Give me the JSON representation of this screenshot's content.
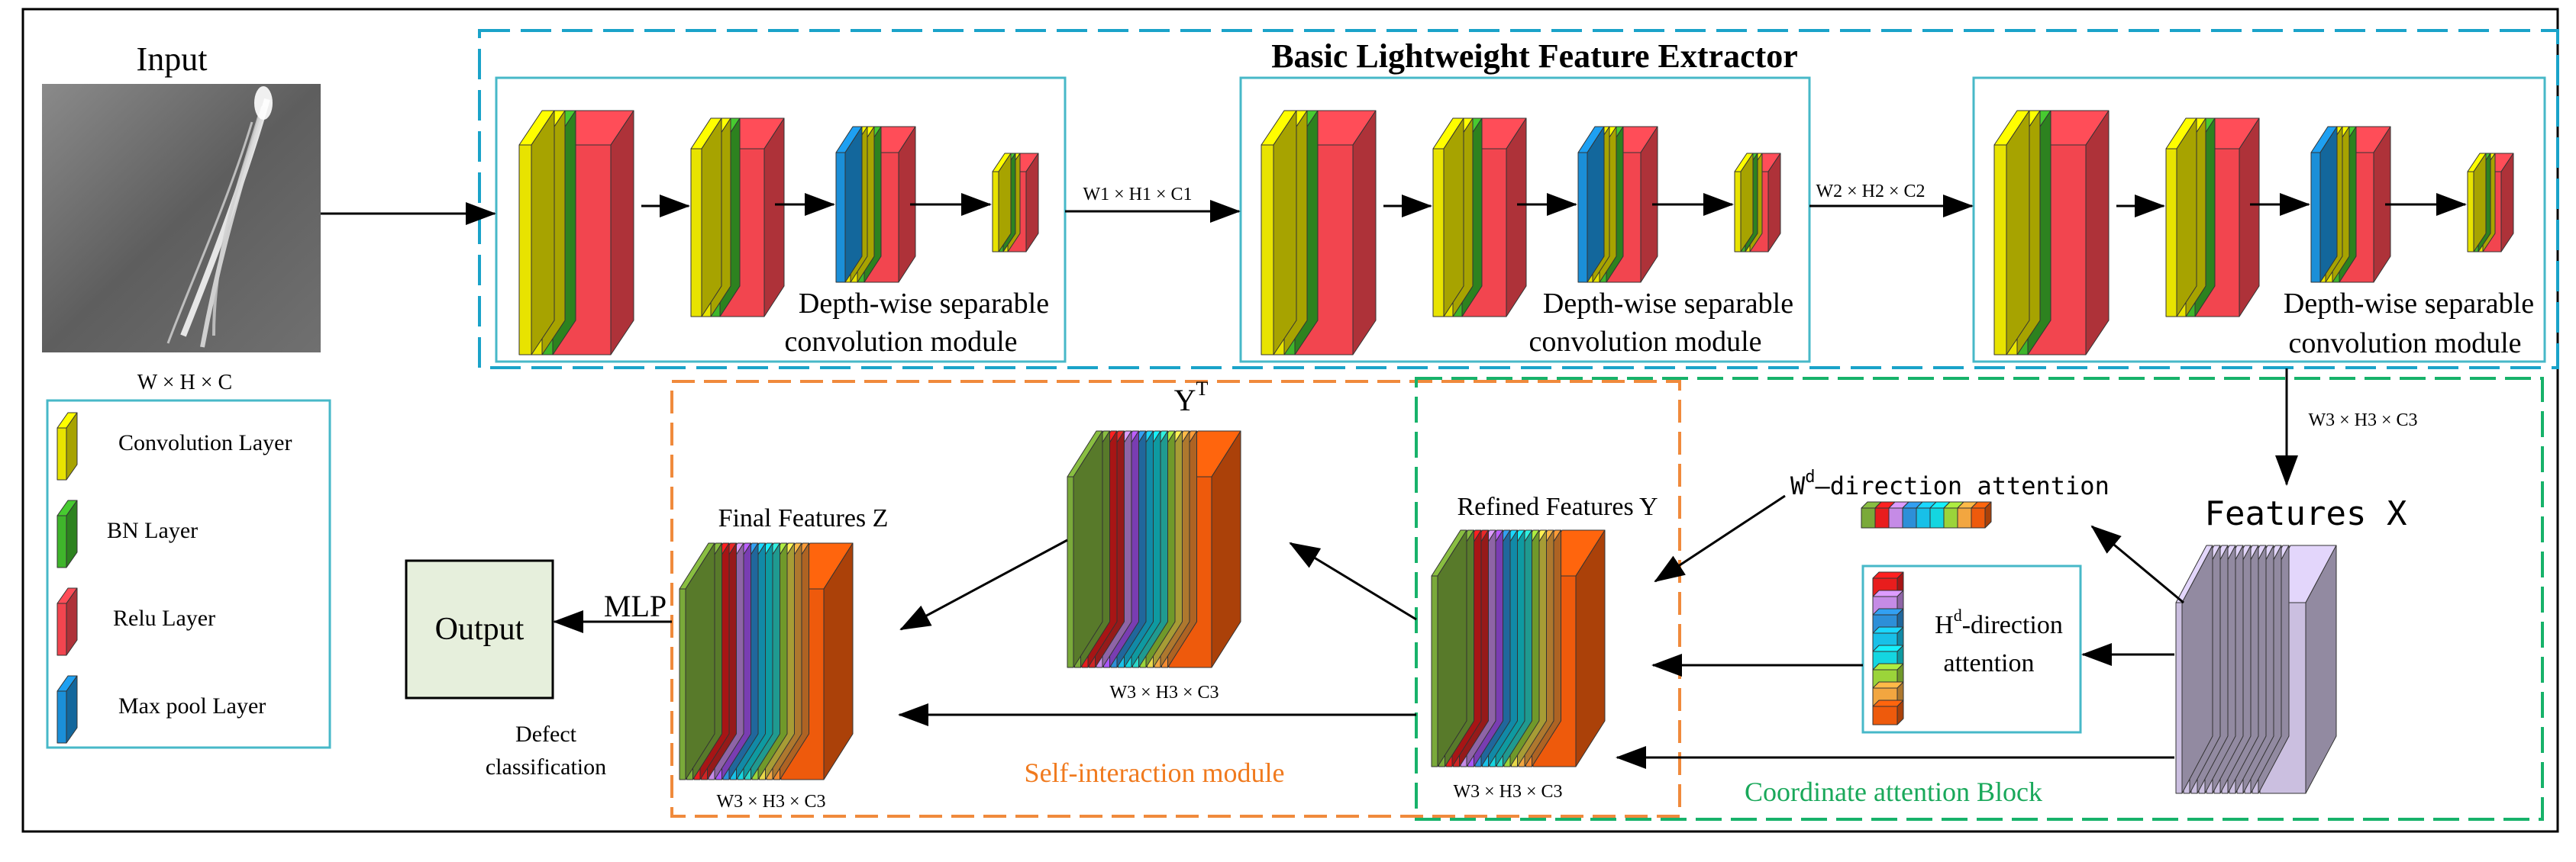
{
  "title": "Basic Lightweight Feature Extractor",
  "input_label": "Input",
  "input_dims": "W × H × C",
  "dws_module_line1": "Depth-wise separable",
  "dws_module_line2": "convolution module",
  "dims_1": "W1 × H1 × C1",
  "dims_2": "W2 × H2 × C2",
  "dims_3": "W3 × H3 × C3",
  "legend": {
    "conv": "Convolution Layer",
    "bn": "BN Layer",
    "relu": "Relu Layer",
    "maxpool": "Max pool Layer"
  },
  "yt_label_main": "Y",
  "yt_label_sup": "T",
  "final_features": "Final Features Z",
  "refined_features": "Refined Features Y",
  "features_x": "Features X",
  "w_attention_main": "W",
  "w_attention_sup": "d",
  "w_attention_rest": "–direction attention",
  "h_attention_main": "H",
  "h_attention_sup": "d",
  "h_attention_rest": "-direction",
  "h_attention_line2": "attention",
  "mlp_label": "MLP",
  "output_label": "Output",
  "defect_line1": "Defect",
  "defect_line2": "classification",
  "self_interaction": "Self-interaction module",
  "coordinate_attention": "Coordinate attention Block",
  "colors": {
    "conv": "#e8e300",
    "bn": "#3fb52b",
    "relu": "#f2454f",
    "maxpool": "#1b8fd8",
    "box_cyan": "#47b8c8",
    "dash_blue": "#1aa3c9",
    "dash_orange": "#f08a3c",
    "dash_green": "#17b26a",
    "self_text": "#f07a1e",
    "coord_text": "#19a85a",
    "features_x": "#cbbfe0",
    "output_bg": "#e6efdc"
  }
}
